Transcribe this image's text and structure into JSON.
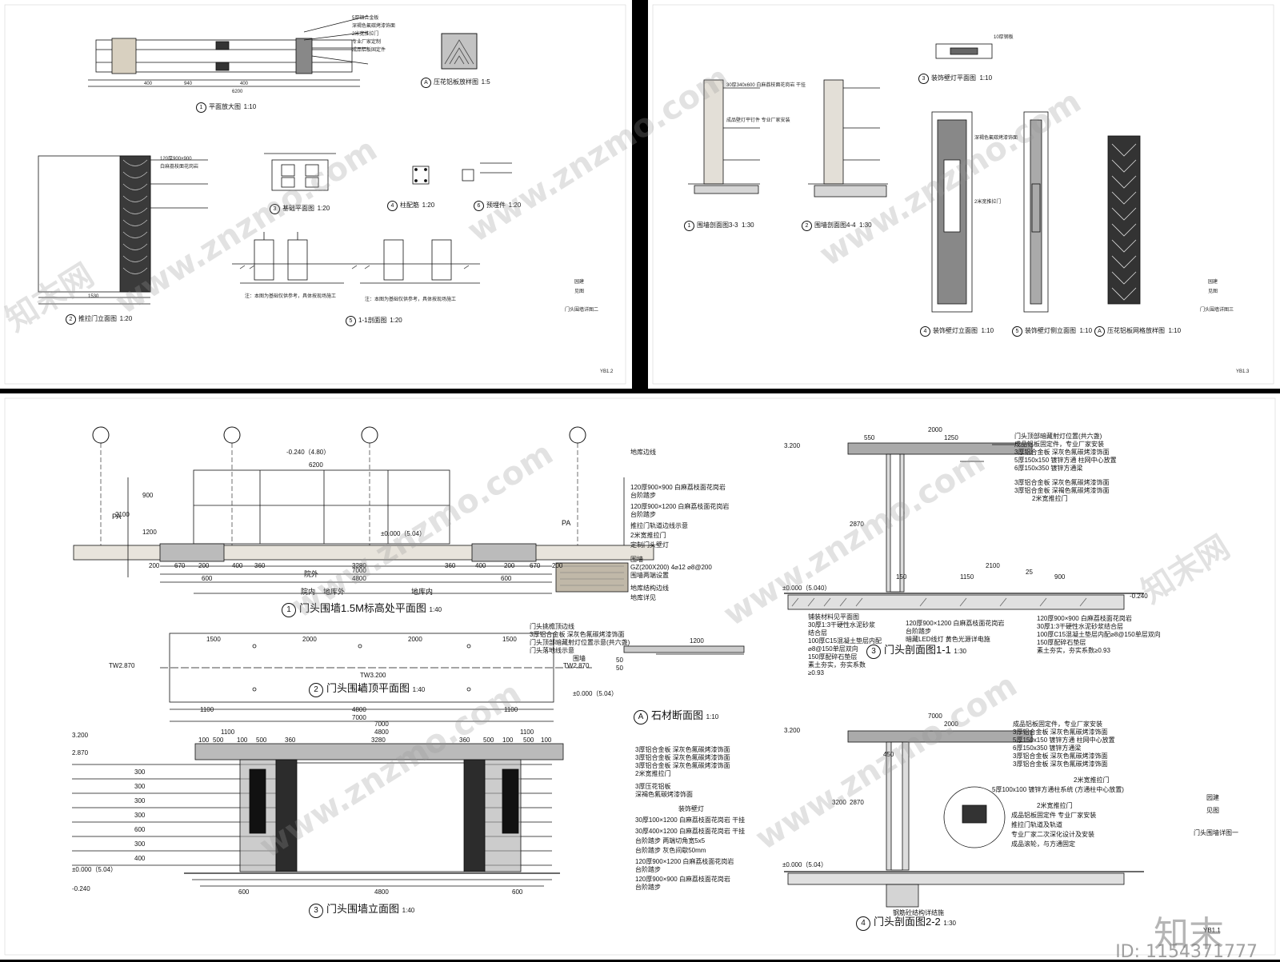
{
  "sheet_top_left": {
    "titles": [
      {
        "num": "1",
        "text": "平面放大图",
        "scale": "1:10"
      },
      {
        "num": "A",
        "text": "压花铝板放样图",
        "scale": "1:5"
      },
      {
        "num": "2",
        "text": "推拉门立面图",
        "scale": "1:20"
      },
      {
        "num": "3",
        "text": "基础平面图",
        "scale": "1:20"
      },
      {
        "num": "4",
        "text": "柱配筋",
        "scale": "1:20"
      },
      {
        "num": "6",
        "text": "预埋件",
        "scale": "1:20"
      },
      {
        "num": "5",
        "text": "1-1剖面图",
        "scale": "1:20"
      }
    ],
    "notes": [
      "注：本图为基础仅供参考，具体按现场施工",
      "注：本图为基础仅供参考，具体按现场施工"
    ],
    "annotations": [
      "5厚铝合金板",
      "深褐色氟碳烤漆饰面",
      "2米宽推拉门",
      "专业厂家定制",
      "成品铝板固定件",
      "120厚900×900",
      "白麻荔枝面花岗岩"
    ],
    "dims": [
      "1530",
      "400",
      "940",
      "400",
      "6200"
    ],
    "sheet_label": [
      "园建",
      "见图"
    ],
    "sheet_name": "门头围墙详图二",
    "sheet_code": "YB1.2"
  },
  "sheet_top_right": {
    "titles": [
      {
        "num": "1",
        "text": "围墙剖面图3-3",
        "scale": "1:30"
      },
      {
        "num": "2",
        "text": "围墙剖面图4-4",
        "scale": "1:30"
      },
      {
        "num": "3",
        "text": "装饰壁灯平面图",
        "scale": "1:10"
      },
      {
        "num": "4",
        "text": "装饰壁灯立面图",
        "scale": "1:10"
      },
      {
        "num": "5",
        "text": "装饰壁灯侧立面图",
        "scale": "1:10"
      },
      {
        "num": "A",
        "text": "压花铝板网格放样图",
        "scale": "1:10"
      }
    ],
    "annotations": [
      "30厚340x600 白麻荔枝面花岗岩 干挂",
      "成品壁灯平钉件 专业厂家安装",
      "10厚钢板",
      "深褐色氟碳烤漆饰面",
      "2米宽推拉门"
    ],
    "sheet_label": [
      "园建",
      "见图"
    ],
    "sheet_name": "门头围墙详图三",
    "sheet_code": "YB1.3"
  },
  "sheet_bottom": {
    "titles": [
      {
        "num": "1",
        "text": "门头围墙1.5M标高处平面图",
        "scale": "1:40"
      },
      {
        "num": "2",
        "text": "门头围墙顶平面图",
        "scale": "1:40"
      },
      {
        "num": "3",
        "text": "门头围墙立面图",
        "scale": "1:40"
      },
      {
        "num": "A",
        "text": "石材断面图",
        "scale": "1:10"
      },
      {
        "num": "3",
        "text": "门头剖面图1-1",
        "scale": "1:30"
      },
      {
        "num": "4",
        "text": "门头剖面图2-2",
        "scale": "1:30"
      }
    ],
    "plan1": {
      "labels": [
        "院外",
        "院内",
        "地库外",
        "地库内",
        "PA",
        "PA",
        "地库边线",
        "-0.240（4.80）",
        "±0.000（5.04）"
      ],
      "dims_top": [
        "6200"
      ],
      "dims_bottom": [
        "200",
        "670",
        "200",
        "400",
        "360",
        "3280",
        "360",
        "400",
        "200",
        "670",
        "200"
      ],
      "dims_bottom2": [
        "600",
        "4800",
        "600"
      ],
      "dims_total": "7000",
      "dims_left": [
        "2100",
        "900",
        "1200"
      ],
      "annotations": [
        "120厚900×900 白麻荔枝面花岗岩",
        "台阶踏步",
        "120厚900×1200 白麻荔枝面花岗岩",
        "台阶踏步",
        "推拉门轨道边线示意",
        "2米宽推拉门",
        "定制门头壁灯",
        "围墙",
        "GZ(200X200) 4⌀12 ⌀8@200",
        "围墙两端设置",
        "地库结构边线",
        "地库详见"
      ]
    },
    "plan2": {
      "dims_top": [
        "1500",
        "2000",
        "2000",
        "1500"
      ],
      "dims_bottom": [
        "1100",
        "4800",
        "1100"
      ],
      "dims_total": "7000",
      "labels": [
        "TW2.870",
        "TW3.200",
        "TW2.870",
        "±0.000（5.04）"
      ],
      "annotations": [
        "门头挑檐顶边线",
        "3厚铝合金板 深灰色氟碳烤漆饰面",
        "门头顶部暗藏射灯位置示意(共六盏)",
        "门头落地线示意",
        "围墙"
      ]
    },
    "elev3": {
      "levels": [
        "3.200",
        "2.870",
        "±0.000（5.04）",
        "-0.240"
      ],
      "dims_top_total": "7000",
      "dims_top": [
        "1100",
        "4800",
        "1100"
      ],
      "dims_top2": [
        "100",
        "500",
        "100",
        "500",
        "360",
        "3280",
        "360",
        "500",
        "100",
        "500",
        "100"
      ],
      "dims_bottom": [
        "600",
        "4800",
        "600"
      ],
      "dims_left": [
        "300",
        "300",
        "300",
        "300",
        "600",
        "300",
        "400"
      ],
      "annotations": [
        "3厚铝合金板 深灰色氟碳烤漆饰面",
        "3厚铝合金板 深灰色氟碳烤漆饰面",
        "3厚铝合金板 深灰色氟碳烤漆饰面",
        "2米宽推拉门",
        "3厚压花铝板",
        "深褐色氟碳烤漆饰面",
        "装饰壁灯",
        "30厚100×1200 白麻荔枝面花岗岩 干挂",
        "30厚400×1200 白麻荔枝面花岗岩 干挂",
        "台阶踏步 两端切角宽5x5",
        "台阶踏步 灰色间歇50mm",
        "120厚900×1200 白麻荔枝面花岗岩",
        "台阶踏步",
        "120厚900×900 白麻荔枝面花岗岩",
        "台阶踏步"
      ]
    },
    "stone": {
      "dim": "1200",
      "dims_left": [
        "50",
        "50"
      ]
    },
    "sec1": {
      "levels": [
        "3.200",
        "±0.000（5.040）",
        "-0.240"
      ],
      "dims_top": [
        "550",
        "1250",
        "2000"
      ],
      "dims_mid": [
        "2100",
        "150",
        "1150",
        "25",
        "900"
      ],
      "dims_left": [
        "2870"
      ],
      "annotations_right": [
        "门头顶部暗藏射灯位置(共六盏)",
        "成品铝板固定件，专业厂家安装",
        "3厚铝合金板 深灰色氟碳烤漆饰面",
        "5厚150x150 镀锌方通 柱网中心放置",
        "6厚150x350 镀锌方通梁",
        "3厚铝合金板 深灰色氟碳烤漆饰面",
        "3厚铝合金板 深褐色氟碳烤漆饰面",
        "2米宽推拉门"
      ],
      "annotations_bottom_left": [
        "铺装材料见平面图",
        "30厚1:3干硬性水泥砂浆",
        "结合层",
        "100厚C15混凝土垫层内配",
        "⌀8@150单层双向",
        "150厚配碎石垫层",
        "素土夯实，夯实系数",
        "≥0.93"
      ],
      "annotations_bottom_mid": [
        "120厚900×1200 白麻荔枝面花岗岩",
        "台阶踏步",
        "暗藏LED线灯 黄色光源详电施"
      ],
      "annotations_bottom_right": [
        "120厚900×900 白麻荔枝面花岗岩",
        "30厚1:3干硬性水泥砂浆结合层",
        "100厚C15混凝土垫层内配⌀8@150单层双向",
        "150厚配碎石垫层",
        "素土夯实，夯实系数≥0.93"
      ]
    },
    "sec2": {
      "levels": [
        "3.200",
        "±0.000（5.04）"
      ],
      "dims_top": [
        "2000",
        "7000"
      ],
      "dims_mid": [
        "450"
      ],
      "dims_left": [
        "3200",
        "2870"
      ],
      "annotations_right": [
        "成品铝板固定件，专业厂家安装",
        "3厚铝合金板 深灰色氟碳烤漆饰面",
        "5厚150x150 镀锌方通 柱网中心放置",
        "6厚150x350 镀锌方通梁",
        "3厚铝合金板 深灰色氟碳烤漆饰面",
        "3厚铝合金板 深灰色氟碳烤漆饰面",
        "2米宽推拉门",
        "5厚100x100 镀锌方通柱系统 (方通柱中心放置)",
        "2米宽推拉门",
        "成品铝板固定件 专业厂家安装",
        "推拉门轨道及轨道",
        "专业厂家二次深化设计及安装",
        "成品滚轮，与方通固定"
      ],
      "annotations_bottom": [
        "钢筋砼结构详结施"
      ]
    },
    "sheet_label": [
      "园建",
      "见图"
    ],
    "sheet_name": "门头围墙详图一",
    "sheet_code": "YB1.1"
  },
  "watermark": {
    "text": "www.znzmo.com",
    "brand": "知末网",
    "logo": "知末",
    "id": "ID: 1154371777"
  }
}
